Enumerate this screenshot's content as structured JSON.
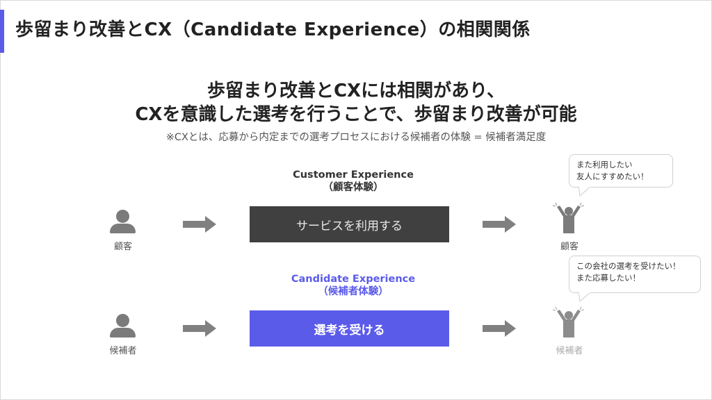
{
  "slide_title": "歩留まり改善とCX（Candidate Experience）の相関関係",
  "headline_line1": "歩留まり改善とCXには相関があり、",
  "headline_line2": "CXを意識した選考を行うことで、歩留まり改善が可能",
  "note": "※CXとは、応募から内定までの選考プロセスにおける候補者の体験 = 候補者満足度",
  "customer_row": {
    "title": "Customer Experience",
    "subtitle": "（顧客体験）",
    "person_label": "顧客",
    "box_label": "サービスを利用する",
    "result_label": "顧客",
    "bubble_line1": "また利用したい",
    "bubble_line2": "友人にすすめたい！"
  },
  "candidate_row": {
    "title": "Candidate Experience",
    "subtitle": "（候補者体験）",
    "person_label": "候補者",
    "box_label": "選考を受ける",
    "result_label": "候補者",
    "bubble_line1": "この会社の選考を受けたい！",
    "bubble_line2": "また応募したい！"
  },
  "colors": {
    "accent": "#5b5bea",
    "dark_box": "#404040",
    "icon_gray": "#7b7b7b",
    "arrow_gray": "#808080"
  }
}
